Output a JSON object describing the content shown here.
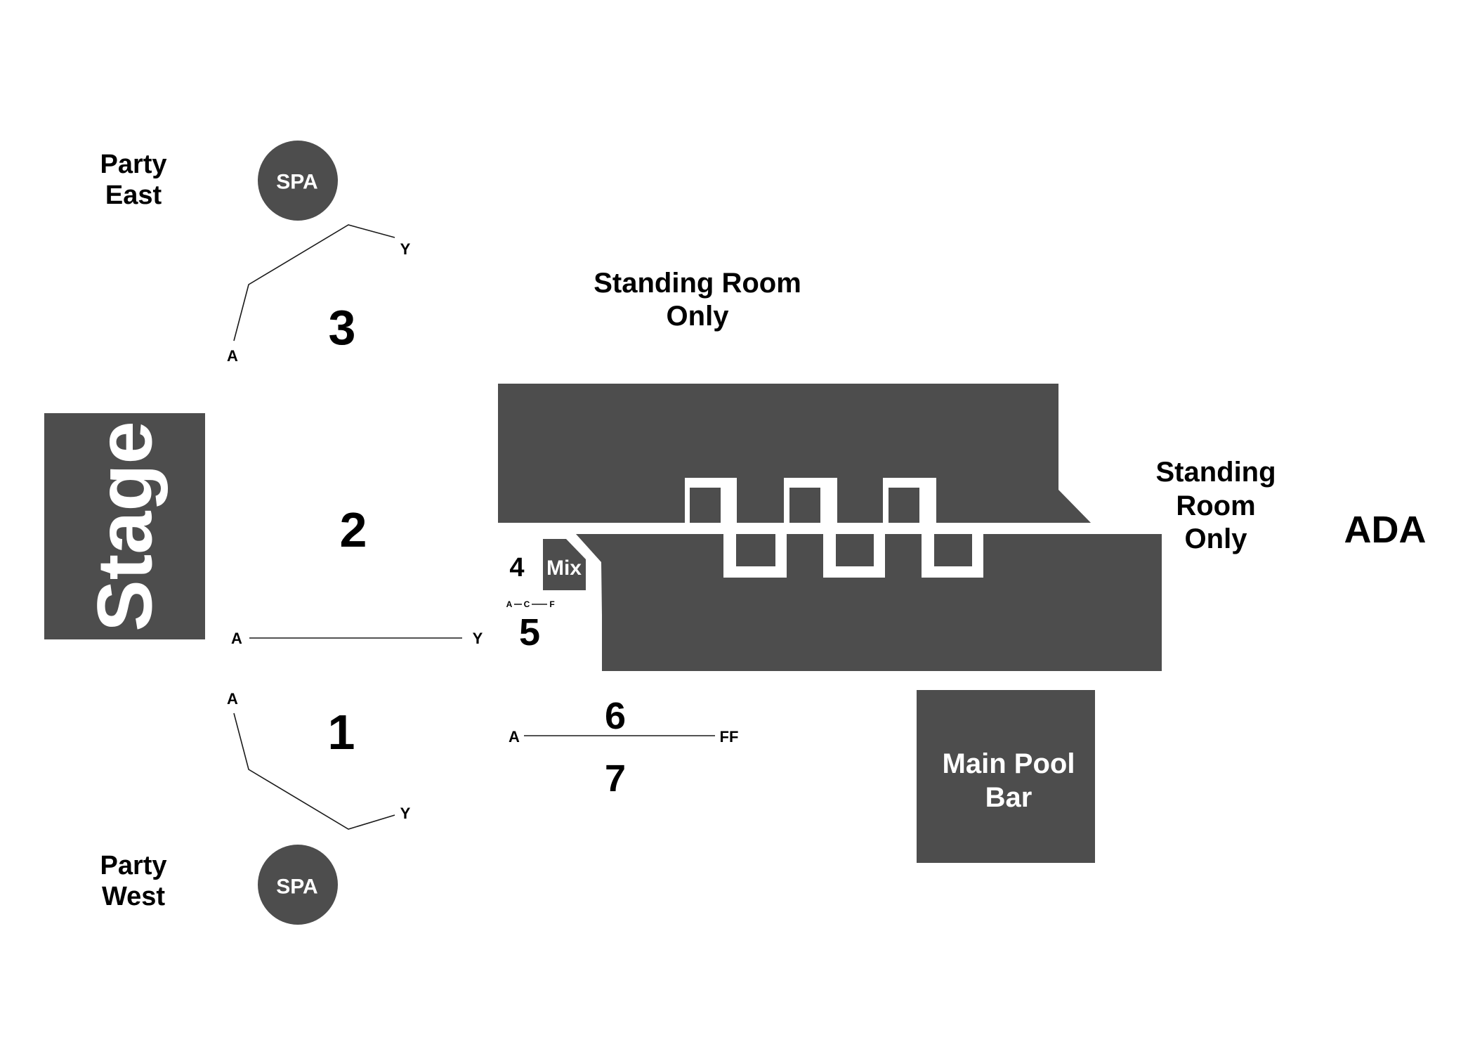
{
  "labels": {
    "stage": "Stage",
    "party_east_line1": "Party",
    "party_east_line2": "East",
    "party_west_line1": "Party",
    "party_west_line2": "West",
    "spa_top": "SPA",
    "spa_bottom": "SPA",
    "standing_top_line1": "Standing Room",
    "standing_top_line2": "Only",
    "standing_right_line1": "Standing",
    "standing_right_line2": "Room",
    "standing_right_line3": "Only",
    "ada": "ADA",
    "mix": "Mix",
    "main_pool_bar_line1": "Main Pool",
    "main_pool_bar_line2": "Bar"
  },
  "sections": {
    "s1": "1",
    "s2": "2",
    "s3": "3",
    "s4": "4",
    "s5": "5",
    "s6": "6",
    "s7": "7"
  },
  "rows": {
    "s3_start": "A",
    "s3_end": "Y",
    "s2_start": "A",
    "s2_end": "Y",
    "s1_start": "A",
    "s1_end": "Y",
    "s5_a": "A",
    "s5_c": "C",
    "s5_f": "F",
    "s67_start": "A",
    "s67_end": "FF"
  },
  "colors": {
    "structure": "#4d4d4d",
    "text": "#000000",
    "background": "#ffffff"
  }
}
